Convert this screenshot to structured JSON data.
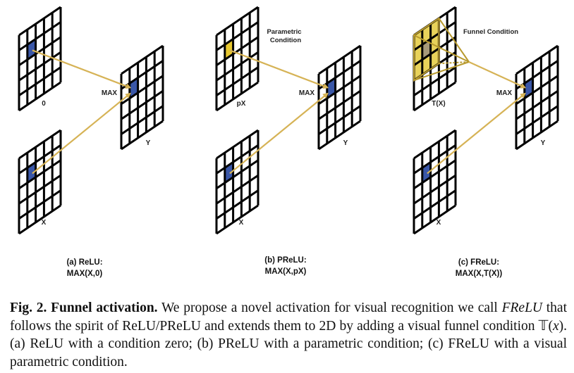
{
  "colors": {
    "grid_line": "#000000",
    "highlight_blue": "#3a57a8",
    "highlight_yellow": "#e8c830",
    "funnel_fill": "#e8d25a",
    "funnel_center": "#a79a7a",
    "arrow": "#d6b356"
  },
  "panels": [
    {
      "id": "a",
      "top_grid_label": "0",
      "bottom_grid_label": "X",
      "output_label": "Y",
      "max_label": "MAX",
      "condition_label": "",
      "subtitle_line1": "(a) ReLU:",
      "subtitle_line2": "MAX(X,0)"
    },
    {
      "id": "b",
      "top_grid_label": "pX",
      "bottom_grid_label": "X",
      "output_label": "Y",
      "max_label": "MAX",
      "condition_label_line1": "Parametric",
      "condition_label_line2": "Condition",
      "subtitle_line1": "(b) PReLU:",
      "subtitle_line2": "MAX(X,pX)"
    },
    {
      "id": "c",
      "top_grid_label": "T(X)",
      "bottom_grid_label": "X",
      "output_label": "Y",
      "max_label": "MAX",
      "condition_label": "Funnel Condition",
      "subtitle_line1": "(c) FReLU:",
      "subtitle_line2": "MAX(X,T(X))"
    }
  ],
  "caption": {
    "heading": "Fig. 2. Funnel activation.",
    "sentence1": " We propose a novel activation for visual recognition we call ",
    "name_italic": "FReLU",
    "sentence2": " that follows the spirit of ReLU/PReLU and extends them to 2D by adding a visual funnel condition ",
    "funnel_symbol": "𝕋(",
    "funnel_var": "x",
    "funnel_close": ").",
    "sentence3": " (a) ReLU with a condition zero; (b) PReLU with a parametric condition; (c) FReLU with a visual parametric condition."
  }
}
